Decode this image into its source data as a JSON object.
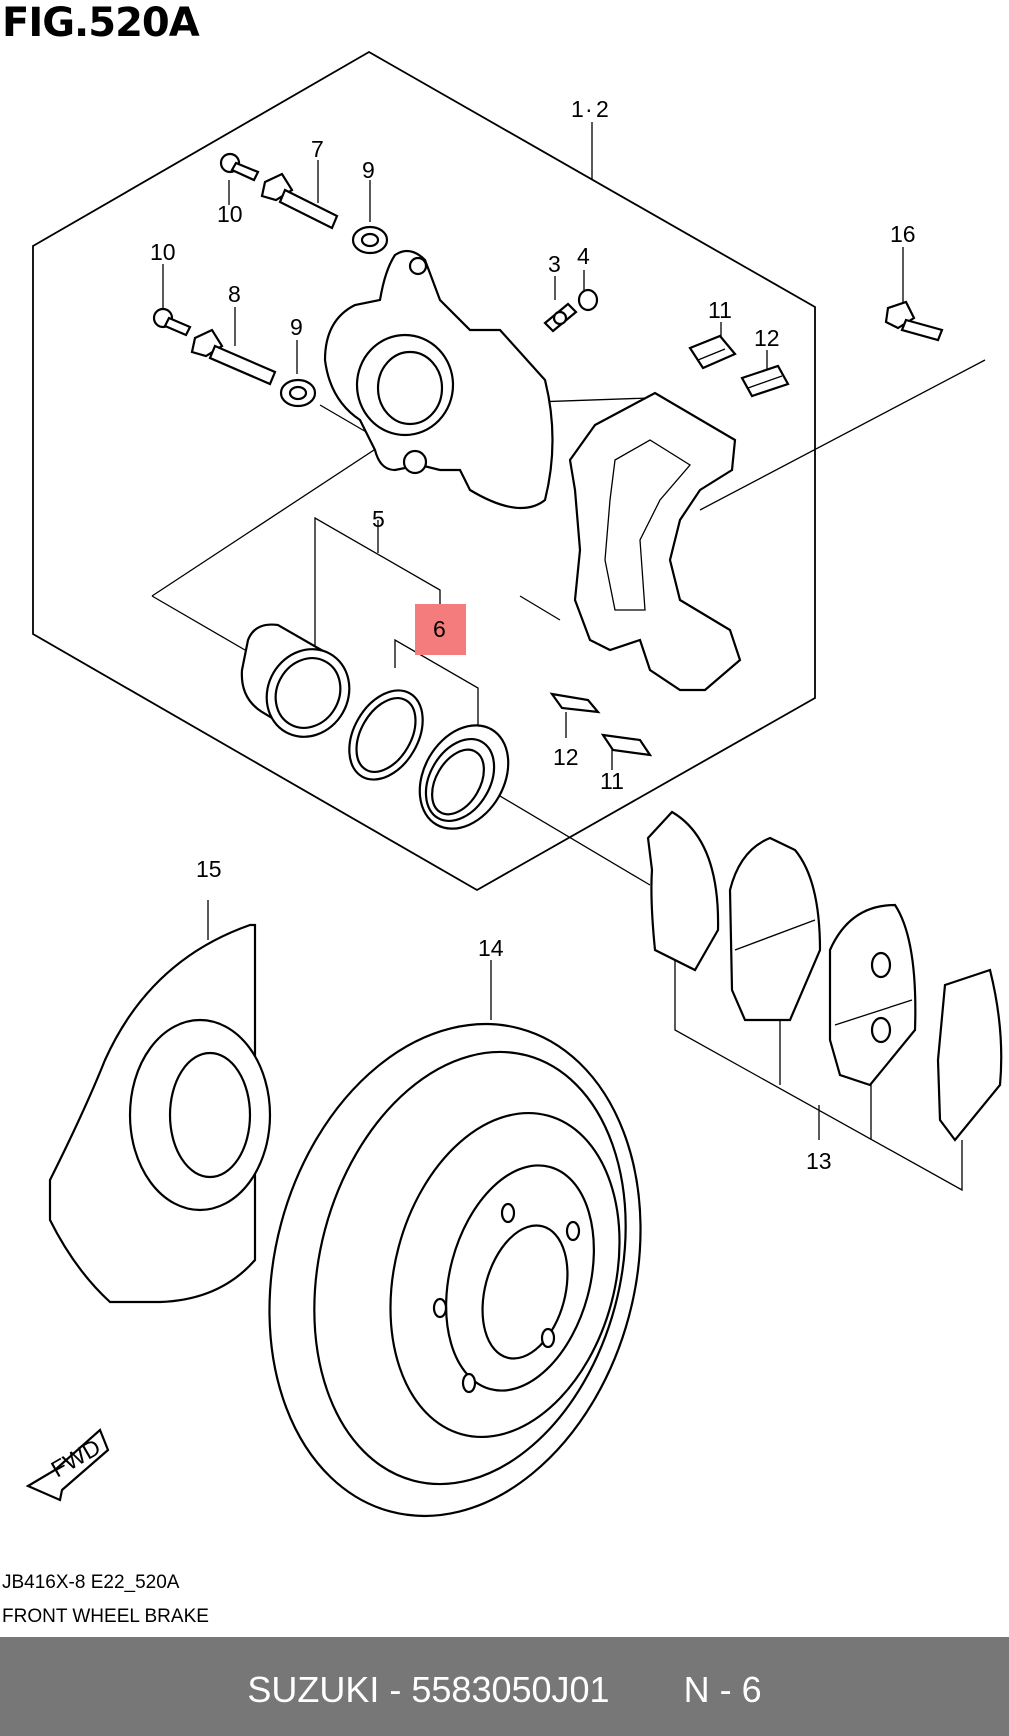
{
  "figure": {
    "title": "FIG.520A",
    "code": "JB416X-8 E22_520A",
    "name": "FRONT WHEEL BRAKE",
    "direction_arrow_label": "FWD"
  },
  "callouts": {
    "c1_2": "1",
    "c1_2b": "2",
    "c3": "3",
    "c4": "4",
    "c5": "5",
    "c6": "6",
    "c7": "7",
    "c8": "8",
    "c9a": "9",
    "c9b": "9",
    "c10a": "10",
    "c10b": "10",
    "c11a": "11",
    "c11b": "11",
    "c12a": "12",
    "c12b": "12",
    "c13": "13",
    "c14": "14",
    "c15": "15",
    "c16": "16"
  },
  "highlight": {
    "part": "6",
    "color": "#f47c7c"
  },
  "footer": {
    "brand_part": "SUZUKI - 5583050J01",
    "ref": "N - 6",
    "background": "#777777"
  }
}
